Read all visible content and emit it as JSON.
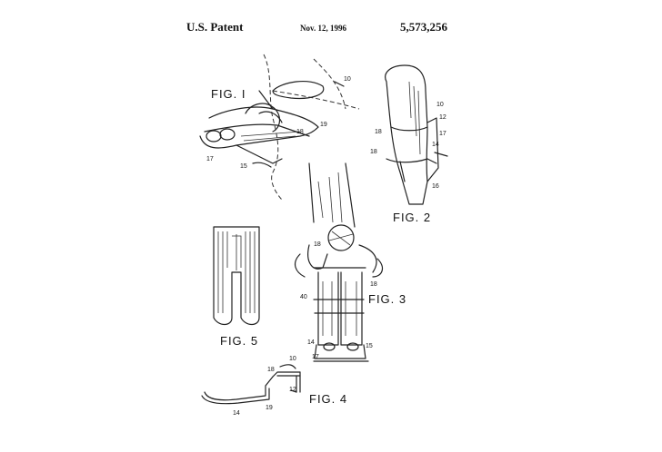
{
  "header": {
    "left": "U.S. Patent",
    "date": "Nov. 12, 1996",
    "number": "5,573,256"
  },
  "figures": {
    "fig1": "FIG. I",
    "fig2": "FIG. 2",
    "fig3": "FIG. 3",
    "fig4": "FIG. 4",
    "fig5": "FIG. 5"
  },
  "refs": {
    "f1_10": "10",
    "f1_19": "19",
    "f1_18": "18",
    "f1_17": "17",
    "f1_15": "15",
    "f2_10": "10",
    "f2_12": "12",
    "f2_17": "17",
    "f2_14": "14",
    "f2_18a": "18",
    "f2_18b": "18",
    "f2_16": "16",
    "f3_18a": "18",
    "f3_18b": "18",
    "f3_40": "40",
    "f3_14": "14",
    "f3_17": "17",
    "f3_15": "15",
    "f4_10": "10",
    "f4_18": "18",
    "f4_12": "12",
    "f4_19": "19",
    "f4_14": "14"
  }
}
